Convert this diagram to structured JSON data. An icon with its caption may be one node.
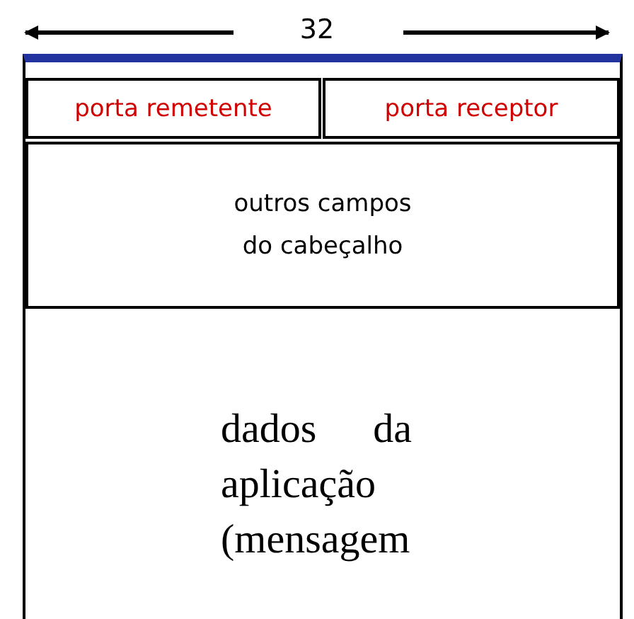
{
  "diagram": {
    "nodes": [
      {
        "text": [
          "porta remetente"
        ]
      },
      {
        "text": [
          "porta receptor"
        ]
      },
      {
        "text": [
          "outros campos do cabeçalho"
        ]
      },
      {
        "text": [
          "dados da aplicação (mensagem"
        ]
      }
    ],
    "edges": [],
    "labels": [
      "32"
    ]
  }
}
